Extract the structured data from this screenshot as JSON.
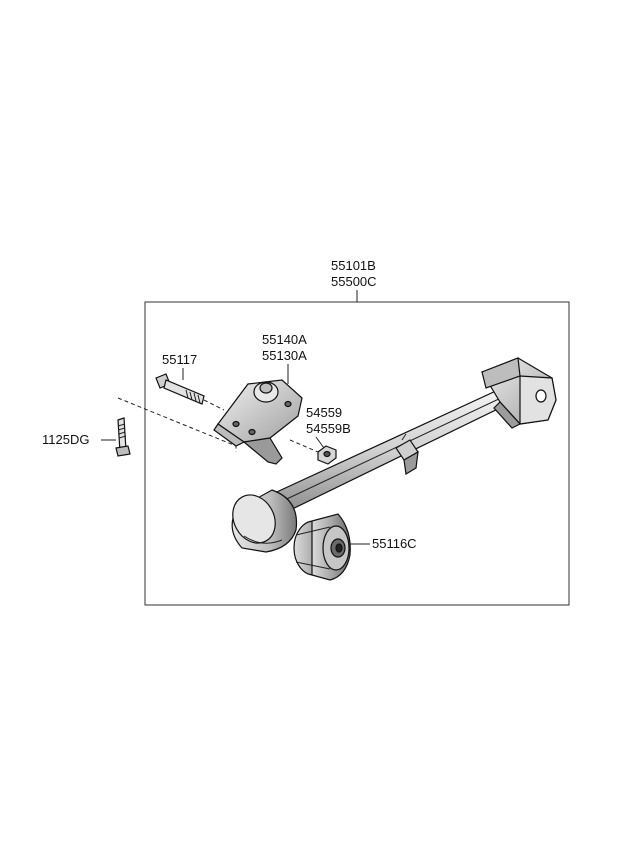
{
  "labels": {
    "assembly_a": "55101B",
    "assembly_b": "55500C",
    "bracket_a": "55140A",
    "bracket_b": "55130A",
    "bolt": "55117",
    "nut_a": "54559",
    "nut_b": "54559B",
    "screw": "1125DG",
    "bushing": "55116C"
  }
}
